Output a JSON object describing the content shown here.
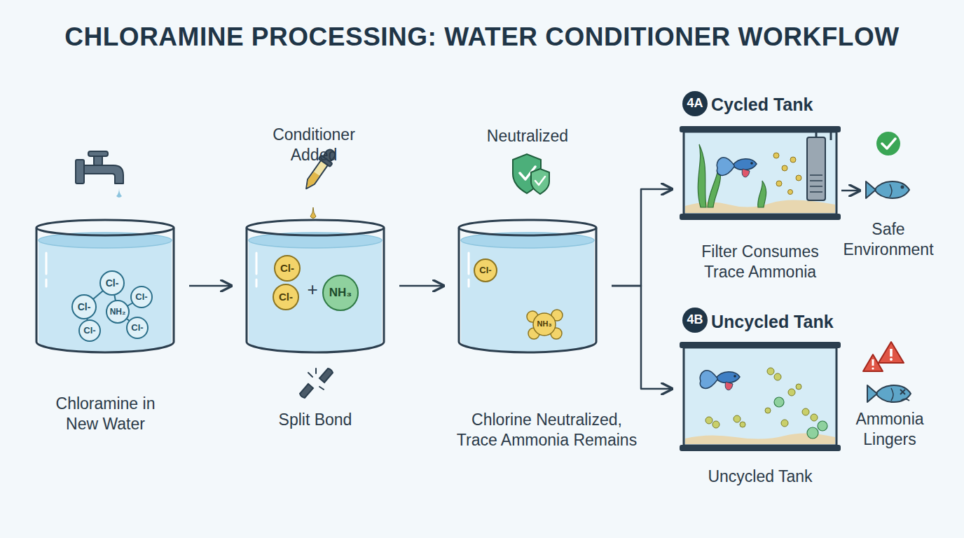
{
  "diagram": {
    "title": "CHLORAMINE PROCESSING: WATER CONDITIONER WORKFLOW",
    "nodes": [
      {
        "text": [
          "Chloramine in New Water"
        ]
      },
      {
        "text": [
          "Conditioner Added",
          "Split Bond"
        ]
      },
      {
        "text": [
          "Neutralized",
          "Chlorine Neutralized, Trace Ammonia Remains"
        ]
      },
      {
        "text": [
          "Cycled Tank",
          "Filter Consumes Trace Ammonia"
        ]
      },
      {
        "text": [
          "Safe Environment"
        ]
      },
      {
        "text": [
          "Uncycled Tank",
          "Uncycled Tank"
        ]
      }
    ],
    "edges": [
      {
        "from": 0,
        "to": 1,
        "arrow": "to"
      },
      {
        "from": 1,
        "to": 2,
        "arrow": "to"
      },
      {
        "from": 2,
        "to": 3,
        "arrow": "to"
      },
      {
        "from": 2,
        "to": 5,
        "arrow": "to"
      },
      {
        "from": 3,
        "to": 4,
        "arrow": "to"
      }
    ],
    "labels": [
      "Cl-",
      "Cl-",
      "Cl-",
      "NH₂",
      "Cl-",
      "Cl-",
      "Cl-",
      "Cl-",
      "+",
      "NH₃",
      "Cl-",
      "NH₃",
      "4A",
      "4B",
      "Ammonia Lingers"
    ]
  }
}
